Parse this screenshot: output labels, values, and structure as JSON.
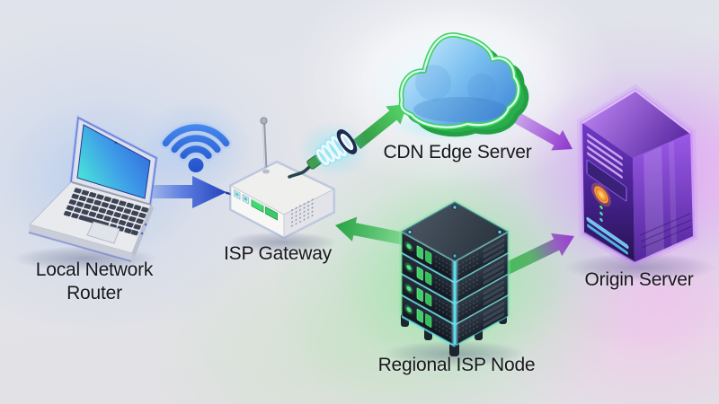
{
  "diagram": {
    "nodes": [
      {
        "id": "local-network-router",
        "device": "laptop",
        "label_line1": "Local Network",
        "label_line2": "Router"
      },
      {
        "id": "isp-gateway",
        "device": "wireless-router",
        "label": "ISP Gateway"
      },
      {
        "id": "cdn-edge-server",
        "device": "glowing-cloud",
        "label": "CDN Edge Server"
      },
      {
        "id": "regional-isp-node",
        "device": "server-rack-stack",
        "label": "Regional ISP Node"
      },
      {
        "id": "origin-server",
        "device": "server-tower",
        "label": "Origin Server"
      }
    ],
    "connections": [
      {
        "from": "local-network-router",
        "to": "isp-gateway",
        "color": "#2848c6",
        "kind": "arrow"
      },
      {
        "from": "isp-gateway",
        "to": "cdn-edge-server",
        "color": "#3fbc52",
        "kind": "arrow"
      },
      {
        "from": "cdn-edge-server",
        "to": "origin-server",
        "color": "#9b42d2",
        "kind": "arrow"
      },
      {
        "from": "regional-isp-node",
        "to": "isp-gateway",
        "color": "#3fbc52",
        "kind": "arrow"
      },
      {
        "from": "regional-isp-node",
        "to": "origin-server",
        "color_start": "#3fbc52",
        "color_end": "#9b42d2",
        "kind": "arrow"
      }
    ],
    "palette": {
      "background": "#e2e3e8",
      "wifi_blue": "#2e6ee4",
      "arrow_blue": "#2848c6",
      "arrow_green": "#3fbc52",
      "arrow_purple": "#9b42d2",
      "cloud_blue": "#63aae8",
      "cloud_rim_green": "#3fd45f",
      "rack_led_green": "#4ae87e",
      "rack_stripe_cyan": "#55dcec",
      "tower_purple": "#7a3fd0",
      "power_button_orange": "#f4a434",
      "label_text": "#17171d"
    }
  }
}
